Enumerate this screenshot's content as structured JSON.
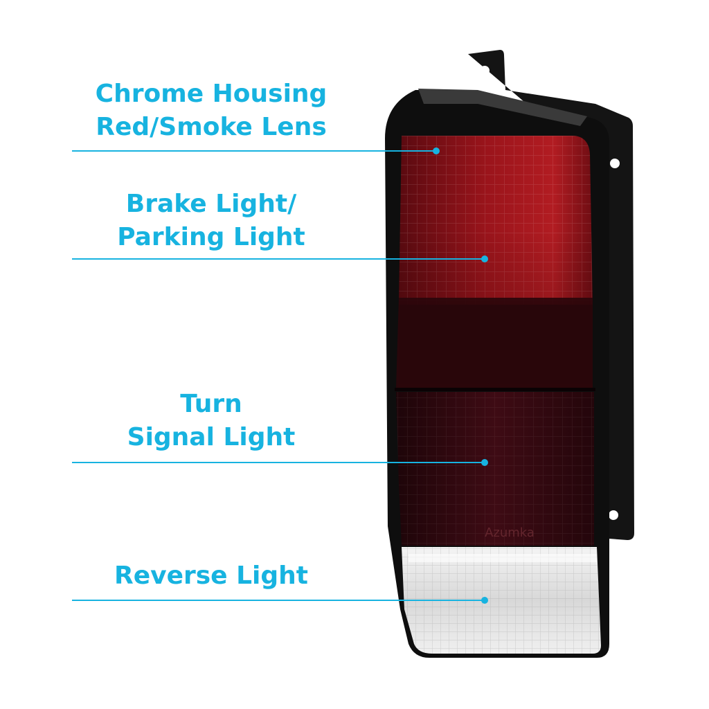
{
  "callouts": {
    "chrome": {
      "line1": "Chrome Housing",
      "line2": "Red/Smoke Lens"
    },
    "brake": {
      "line1": "Brake Light/",
      "line2": "Parking Light"
    },
    "turn": {
      "line1": "Turn",
      "line2": "Signal Light"
    },
    "reverse": {
      "line1": "Reverse Light"
    }
  },
  "brand_mark": "Azumka",
  "colors": {
    "accent": "#17b3e0",
    "housing": "#111111",
    "red_lens": "#8e1016",
    "smoke_lens": "#3a0a12",
    "clear_lens": "#e8e8e8"
  }
}
